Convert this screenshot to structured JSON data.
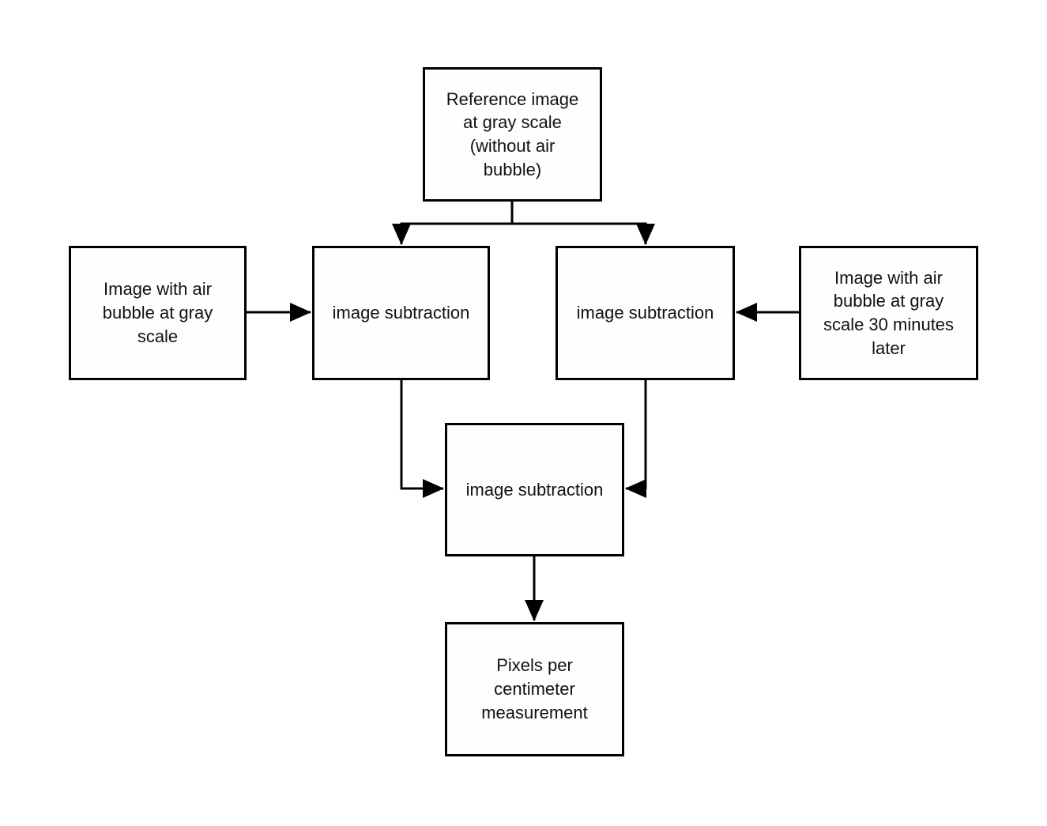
{
  "diagram": {
    "title": "air bubble image subtraction flowchart",
    "colors": {
      "background": "#ffffff",
      "node_fill": "#fefefe",
      "stroke": "#000000",
      "text": "#111111"
    },
    "nodes": [
      {
        "id": "reference-image",
        "label": "Reference image\nat gray scale\n(without air\nbubble)"
      },
      {
        "id": "image-with-air-bubble",
        "label": "Image with air\nbubble at gray\nscale"
      },
      {
        "id": "image-subtraction-left",
        "label": "image subtraction"
      },
      {
        "id": "image-subtraction-right",
        "label": "image subtraction"
      },
      {
        "id": "image-with-air-bubble-30-minutes-later",
        "label": "Image with air\nbubble at gray\nscale 30 minutes\nlater"
      },
      {
        "id": "image-subtraction-final",
        "label": "image subtraction"
      },
      {
        "id": "pixels-per-centimeter",
        "label": "Pixels per\ncentimeter\nmeasurement"
      }
    ],
    "connectors": [
      {
        "from": "reference-image",
        "to": "image-subtraction-left",
        "shape": "branch-down"
      },
      {
        "from": "reference-image",
        "to": "image-subtraction-right",
        "shape": "branch-down"
      },
      {
        "from": "image-with-air-bubble",
        "to": "image-subtraction-left",
        "shape": "straight-right"
      },
      {
        "from": "image-with-air-bubble-30-minutes-later",
        "to": "image-subtraction-right",
        "shape": "straight-left"
      },
      {
        "from": "image-subtraction-left",
        "to": "image-subtraction-final",
        "shape": "elbow-down-right"
      },
      {
        "from": "image-subtraction-right",
        "to": "image-subtraction-final",
        "shape": "elbow-down-left"
      },
      {
        "from": "image-subtraction-final",
        "to": "pixels-per-centimeter",
        "shape": "straight-down"
      }
    ]
  }
}
